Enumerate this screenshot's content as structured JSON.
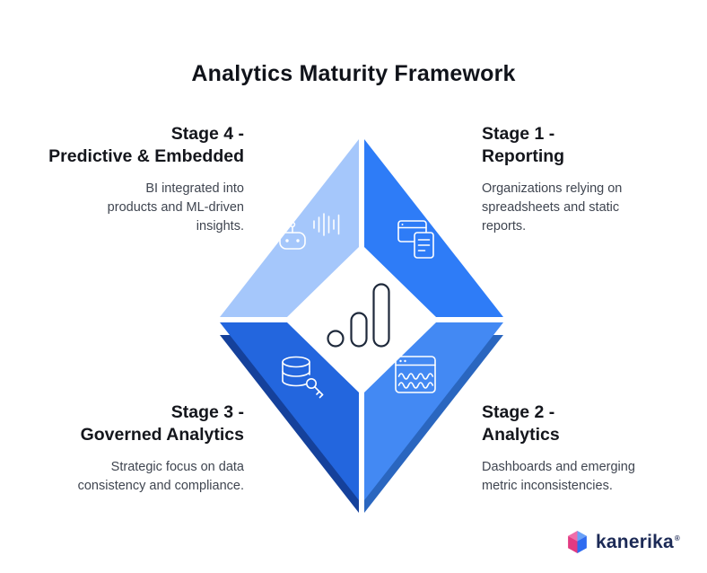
{
  "page": {
    "title": "Analytics Maturity Framework"
  },
  "stages": [
    {
      "id": "stage-1",
      "quadrant": "top-right",
      "title": "Stage 1 -\nReporting",
      "description": "Organizations relying on\nspreadsheets and static\nreports.",
      "color": "#2e7cf7",
      "icon": "report-windows-icon"
    },
    {
      "id": "stage-2",
      "quadrant": "bottom-right",
      "title": "Stage 2 -\nAnalytics",
      "description": "Dashboards and emerging\nmetric inconsistencies.",
      "color": "#4389f3",
      "icon": "dashboard-chart-icon"
    },
    {
      "id": "stage-3",
      "quadrant": "bottom-left",
      "title": "Stage 3 -\nGoverned Analytics",
      "description": "Strategic focus on data\nconsistency and compliance.",
      "color": "#2366de",
      "icon": "database-key-icon"
    },
    {
      "id": "stage-4",
      "quadrant": "top-left",
      "title": "Stage 4 -\nPredictive & Embedded",
      "description": "BI integrated into\nproducts and ML-driven\ninsights.",
      "color": "#a5c7fb",
      "icon": "ai-robot-icon"
    }
  ],
  "center": {
    "icon": "analytics-bars-icon",
    "icon_color": "#1e293b"
  },
  "colors": {
    "shadow_right": "#2a66bf",
    "shadow_left": "#15419b",
    "icon_stroke": "#ffffff"
  },
  "logo": {
    "text": "kanerika",
    "registered": "®",
    "pink": "#e23a81",
    "pink_light": "#f06daa",
    "blue": "#2f6bf0",
    "blue_light": "#6aa1f7",
    "text_color": "#1c2a56"
  }
}
